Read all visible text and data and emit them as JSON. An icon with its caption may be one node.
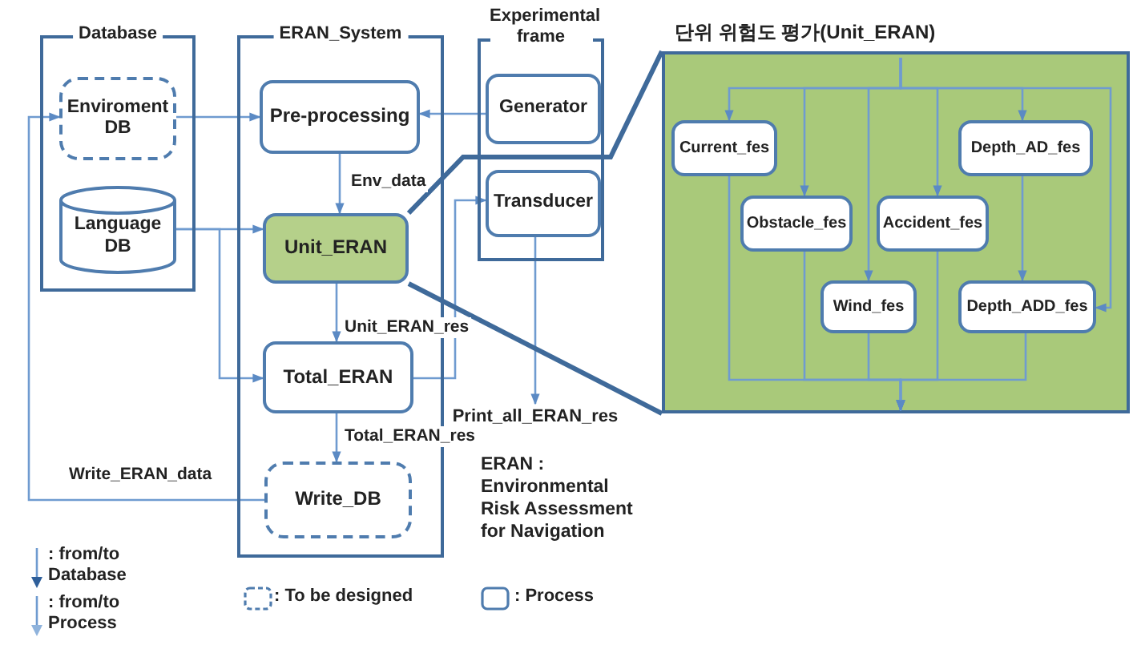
{
  "diagram": {
    "nodes": [
      {
        "text": [
          "Database"
        ]
      },
      {
        "text": [
          "Enviroment DB"
        ],
        "in": 0
      },
      {
        "text": [
          "Language DB"
        ],
        "in": 0
      },
      {
        "text": [
          "ERAN_System"
        ]
      },
      {
        "text": [
          "Pre-processing"
        ],
        "in": 3
      },
      {
        "text": [
          "Unit_ERAN"
        ],
        "in": 3
      },
      {
        "text": [
          "Total_ERAN"
        ],
        "in": 3
      },
      {
        "text": [
          "Write_DB"
        ],
        "in": 3
      },
      {
        "text": [
          "Experimental frame"
        ]
      },
      {
        "text": [
          "Generator"
        ],
        "in": 8
      },
      {
        "text": [
          "Transducer"
        ],
        "in": 8
      },
      {
        "text": [
          "단위 위험도 평가(Unit_ERAN)"
        ]
      },
      {
        "text": [
          "Current_fes"
        ],
        "in": 11
      },
      {
        "text": [
          "Obstacle_fes"
        ],
        "in": 11
      },
      {
        "text": [
          "Accident_fes"
        ],
        "in": 11
      },
      {
        "text": [
          "Depth_AD_fes"
        ],
        "in": 11
      },
      {
        "text": [
          "Wind_fes"
        ],
        "in": 11
      },
      {
        "text": [
          "Depth_ADD_fes"
        ],
        "in": 11
      },
      {
        "text": [
          "Print_all_ERAN_res"
        ]
      }
    ],
    "edges": [
      {
        "from": 1,
        "to": 4,
        "arrow": "to"
      },
      {
        "from": 7,
        "to": 1,
        "arrow": "to",
        "label": "Write_ERAN_data"
      },
      {
        "from": 2,
        "to": 5,
        "arrow": "to"
      },
      {
        "from": 2,
        "to": 6,
        "arrow": "to"
      },
      {
        "from": 9,
        "to": 4,
        "arrow": "to"
      },
      {
        "from": 4,
        "to": 5,
        "arrow": "to",
        "label": "Env_data"
      },
      {
        "from": 5,
        "to": 6,
        "arrow": "to",
        "label": "Unit_ERAN_res"
      },
      {
        "from": 6,
        "to": 7,
        "arrow": "to",
        "label": "Total_ERAN_res"
      },
      {
        "from": 6,
        "to": 10,
        "arrow": "to"
      },
      {
        "from": 10,
        "to": 18,
        "arrow": "to"
      },
      {
        "from": 5,
        "to": 11,
        "arrow": "none",
        "style": "thick",
        "color": "#3f6a9a"
      },
      {
        "from": 5,
        "to": 11,
        "arrow": "none",
        "style": "thick",
        "color": "#3f6a9a"
      },
      {
        "from": null,
        "to": 12,
        "arrow": "to"
      },
      {
        "from": null,
        "to": 13,
        "arrow": "to"
      },
      {
        "from": null,
        "to": 16,
        "arrow": "to"
      },
      {
        "from": null,
        "to": 14,
        "arrow": "to"
      },
      {
        "from": null,
        "to": 15,
        "arrow": "to"
      },
      {
        "from": null,
        "to": 17,
        "arrow": "to"
      },
      {
        "from": 15,
        "to": 17,
        "arrow": "to"
      },
      {
        "from": 12,
        "to": null,
        "arrow": "to"
      },
      {
        "from": 13,
        "to": null,
        "arrow": "to"
      },
      {
        "from": 16,
        "to": null,
        "arrow": "to"
      },
      {
        "from": 14,
        "to": null,
        "arrow": "to"
      },
      {
        "from": 17,
        "to": null,
        "arrow": "to"
      }
    ],
    "labels": [
      "ERAN : Environmental Risk Assessment for Navigation"
    ],
    "legend": [
      {
        "text": ": from/to Database"
      },
      {
        "text": ": from/to Process"
      },
      {
        "text": ": To be designed"
      },
      {
        "text": ": Process"
      }
    ]
  }
}
